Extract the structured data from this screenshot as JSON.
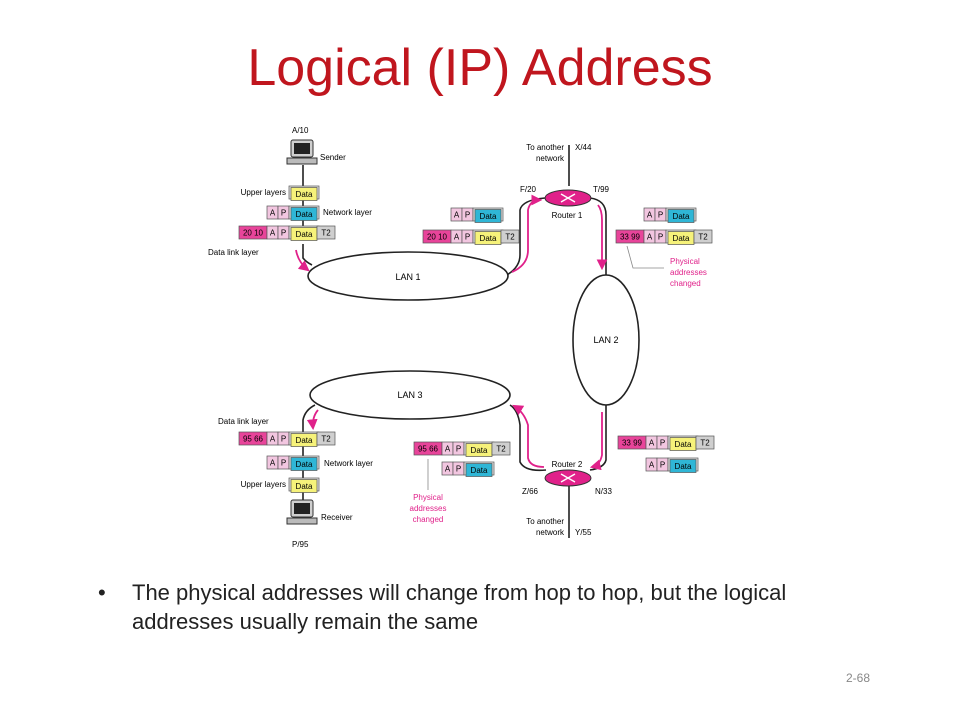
{
  "slide": {
    "title": "Logical (IP) Address",
    "bullet": "The physical addresses will change from hop to hop, but the logical addresses usually remain the same",
    "slide_number": "2-68"
  },
  "colors": {
    "title": "#c0161e",
    "physical": "#e8449a",
    "logical": "#f2c6e0",
    "data_yellow": "#f6f27a",
    "data_cyan": "#2fb6d6",
    "trailer": "#cfcfcf",
    "arrow": "#e0218a"
  },
  "diagram": {
    "sender": {
      "address": "A/10",
      "label": "Sender"
    },
    "receiver": {
      "address": "P/95",
      "label": "Receiver"
    },
    "layers": {
      "upper": "Upper layers",
      "network": "Network layer",
      "datalink": "Data link layer"
    },
    "lans": {
      "lan1": "LAN 1",
      "lan2": "LAN 2",
      "lan3": "LAN 3"
    },
    "router1": {
      "label": "Router 1",
      "left_port": "F/20",
      "right_port": "T/99",
      "external": "X/44",
      "external_note": [
        "To another",
        "network"
      ]
    },
    "router2": {
      "label": "Router 2",
      "left_port": "Z/66",
      "right_port": "N/33",
      "external": "Y/55",
      "external_note": [
        "To another",
        "network"
      ]
    },
    "changed_note": [
      "Physical",
      "addresses",
      "changed"
    ],
    "frame": {
      "logical_src": "A",
      "logical_dst": "P",
      "data": "Data",
      "trailer": "T2",
      "hop1": "20 10",
      "hop2": "33 99",
      "hop3": "95 66"
    }
  }
}
